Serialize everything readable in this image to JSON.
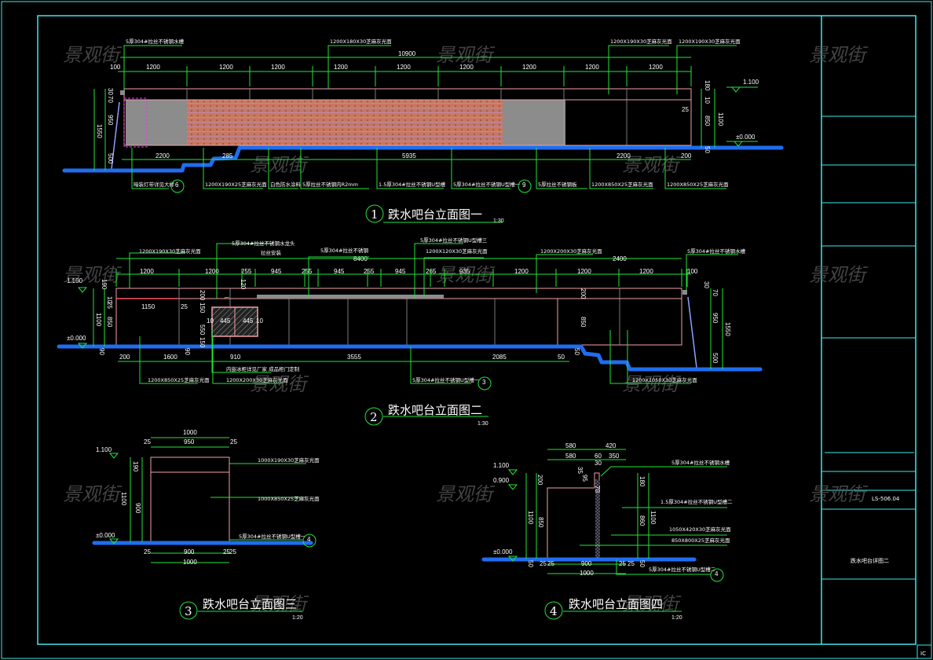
{
  "watermark": "景观街",
  "colors": {
    "frame": "#3fe8e8",
    "dimension": "#22e33a",
    "outline": "#f2a0a8",
    "ground": "#1f6df0",
    "stone": "#c87860",
    "steel": "#9a9a9a"
  },
  "title_block": {
    "drawing_no": "LS-506.04",
    "drawing_name": "跌水吧台详图二",
    "corner": "IC"
  },
  "drawing1": {
    "number": "1",
    "title": "跌水吧台立面图一",
    "scale": "1:30",
    "overall": "10900",
    "segments": [
      "100",
      "1200",
      "1200",
      "1200",
      "1200",
      "1200",
      "1200",
      "1200",
      "1200",
      "1200"
    ],
    "bottom": [
      "2200",
      "285",
      "5935",
      "2200",
      "200"
    ],
    "left": [
      "30",
      "70",
      "950",
      "1550",
      "500"
    ],
    "right": [
      "180",
      "10",
      "850",
      "1100",
      "25",
      "50"
    ],
    "elev_top": "1.100",
    "elev_ground": "±0.000",
    "notes_top": [
      "5厚304#拉丝不锈钢水槽",
      "1200X180X30芝麻灰光面",
      "1200X190X30芝麻灰光面",
      "1200X190X30芝麻灰光面"
    ],
    "notes_bottom": [
      "暗装灯带详见大样",
      "1200X190X25芝麻灰光面",
      "白色防水涂料",
      "5厚拉丝不锈钢内R2mm",
      "1.5厚304#拉丝不锈钢U型槽",
      "5厚304#拉丝不锈钢U型槽一",
      "5厚拉丝不锈钢板",
      "1200X850X25芝麻灰光面",
      "1200X850X25芝麻灰光面"
    ],
    "callouts": [
      "6",
      "9"
    ]
  },
  "drawing2": {
    "number": "2",
    "title": "跌水吧台立面图二",
    "scale": "1:30",
    "overall_left": "8400",
    "overall_right": "2400",
    "segments": [
      "1200",
      "1200",
      "255",
      "945",
      "255",
      "945",
      "255",
      "945",
      "265",
      "935",
      "1200",
      "1200",
      "1200",
      "100"
    ],
    "bottom": [
      "200",
      "1600",
      "910",
      "3555",
      "2085",
      "50"
    ],
    "inner": [
      "1150",
      "25",
      "445",
      "445",
      "10",
      "10",
      "120",
      "200",
      "150",
      "550",
      "150",
      "200",
      "850",
      "50",
      "90",
      "90"
    ],
    "left": [
      "190",
      "10",
      "25",
      "1100",
      "850"
    ],
    "right": [
      "30",
      "70",
      "950",
      "1550",
      "500"
    ],
    "elev_top": "1.100",
    "elev_ground": "±0.000",
    "notes_top": [
      "1200X190X30芝麻灰光面",
      "5厚304#拉丝不锈钢水龙头",
      "拉丝安装",
      "5厚304#拉丝不锈钢",
      "5厚304#拉丝不锈钢U型槽三",
      "1200X120X30芝麻灰光面",
      "1200X200X30芝麻灰光面",
      "5厚304#拉丝不锈钢水槽"
    ],
    "notes_bottom": [
      "1200X850X25芝麻灰光面",
      "内嵌冰柜详见厂家 成品柜门定制",
      "1200X200X30芝麻灰光面",
      "5厚304#拉丝不锈钢U型槽一",
      "1200X1050X30芝麻灰光面"
    ],
    "callout": "3"
  },
  "drawing3": {
    "number": "3",
    "title": "跌水吧台立面图三",
    "scale": "1:20",
    "top": [
      "1000",
      "25",
      "950",
      "25"
    ],
    "bottom": [
      "25",
      "900",
      "25",
      "25",
      "1000"
    ],
    "left": [
      "190",
      "1100",
      "900"
    ],
    "elev_top": "1.100",
    "elev_ground": "±0.000",
    "notes": [
      "1000X190X30芝麻灰光面",
      "1000X850X25芝麻灰光面",
      "5厚304#拉丝不锈钢U型槽一"
    ],
    "callout": "4"
  },
  "drawing4": {
    "number": "4",
    "title": "跌水吧台立面图四",
    "scale": "1:20",
    "top": [
      "580",
      "420",
      "580",
      "60",
      "350",
      "30"
    ],
    "bottom": [
      "25",
      "25",
      "900",
      "25",
      "25",
      "1000"
    ],
    "inner": [
      "35",
      "95",
      "70",
      "200",
      "1100",
      "850",
      "180",
      "860",
      "1100",
      "50",
      "50"
    ],
    "elev_top": "1.100",
    "elev_mid": "0.900",
    "elev_ground": "±0.000",
    "notes": [
      "5厚304#拉丝不锈钢水槽",
      "1.5厚304#拉丝不锈钢U型槽二",
      "1050X420X30芝麻灰光面",
      "850X800X25芝麻灰光面",
      "5厚304#拉丝不锈钢U型槽二"
    ],
    "callout": "4"
  }
}
